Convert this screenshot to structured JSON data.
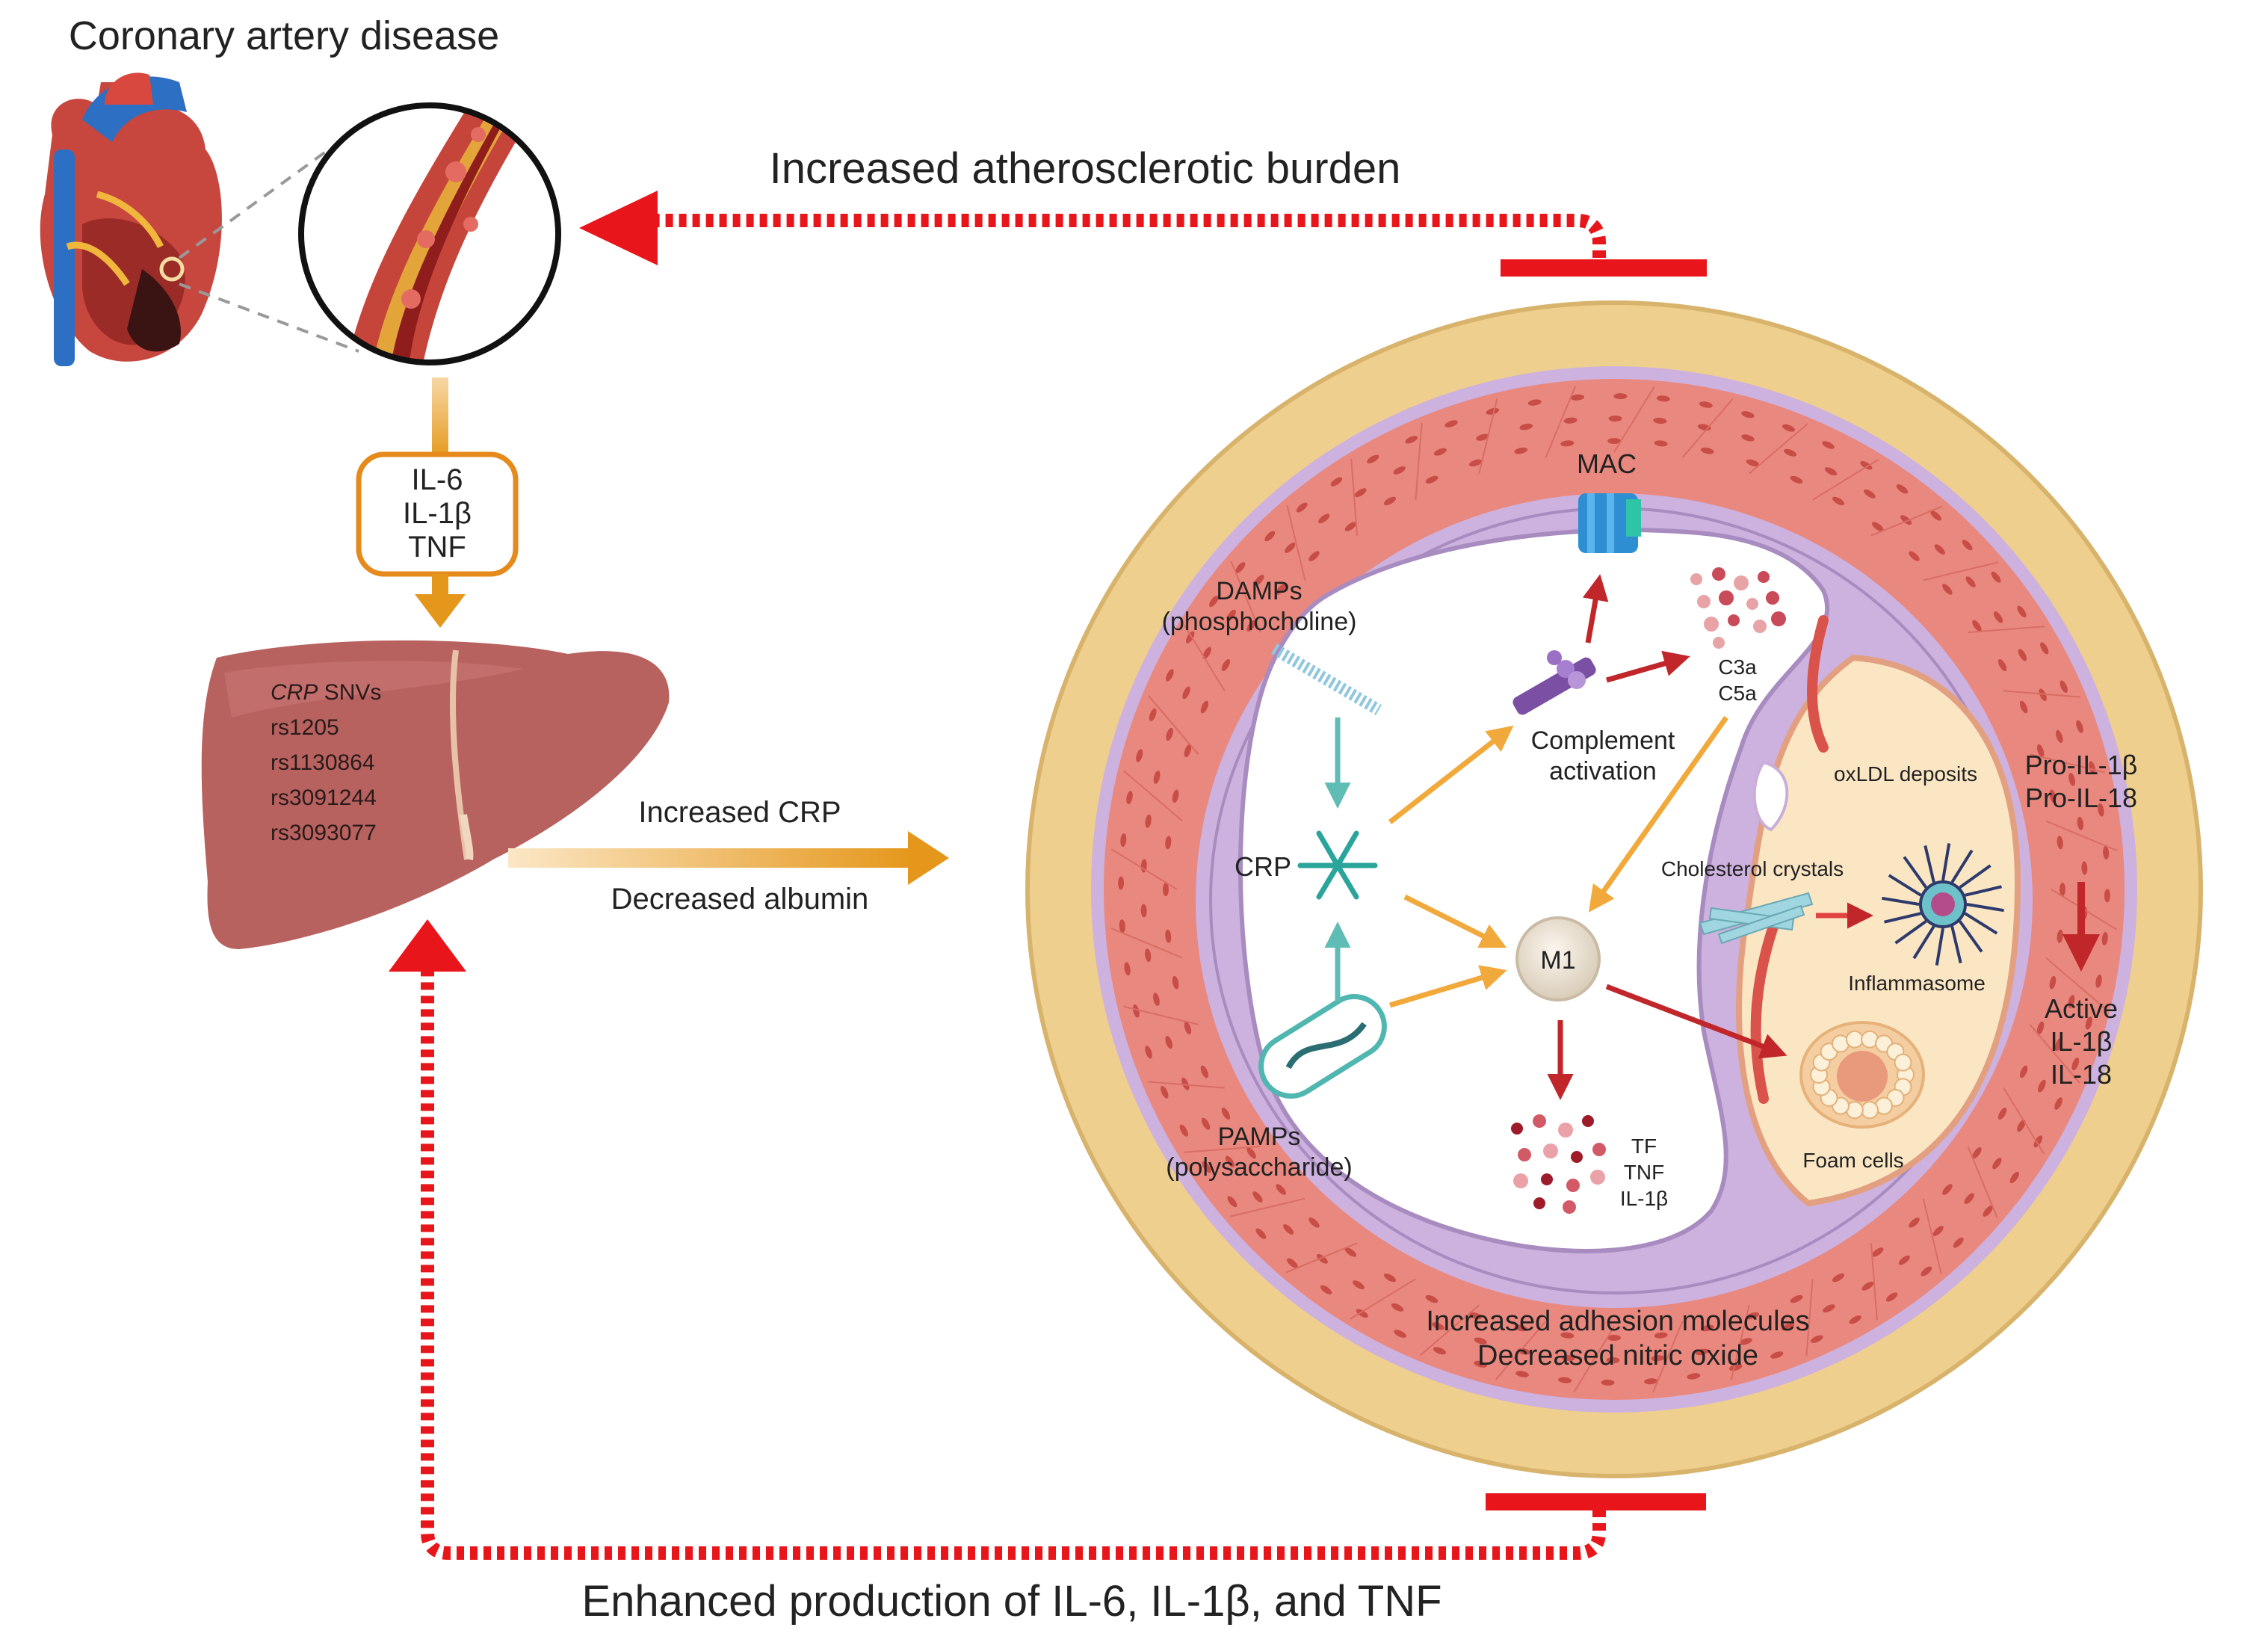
{
  "cad": {
    "title": "Coronary artery disease"
  },
  "top_arrow": {
    "label": "Increased atherosclerotic burden"
  },
  "bottom_arrow": {
    "label": "Enhanced production of IL-6, IL-1β, and TNF"
  },
  "cytokine_box": {
    "lines": [
      "IL-6",
      "IL-1β",
      "TNF"
    ]
  },
  "liver": {
    "snv_title_italic": "CRP",
    "snv_title_rest": " SNVs",
    "snvs": [
      "rs1205",
      "rs1130864",
      "rs3091244",
      "rs3093077"
    ]
  },
  "liver_output": {
    "top": "Increased CRP",
    "bottom": "Decreased albumin"
  },
  "vessel": {
    "mac": "MAC",
    "damps": [
      "DAMPs",
      "(phosphocholine)"
    ],
    "pamps": [
      "PAMPs",
      "(polysaccharide)"
    ],
    "crp": "CRP",
    "complement": [
      "Complement",
      "activation"
    ],
    "c_fragments": [
      "C3a",
      "C5a"
    ],
    "m1": "M1",
    "m1_products": [
      "TF",
      "TNF",
      "IL-1β"
    ],
    "oxldl": "oxLDL deposits",
    "crystals": "Cholesterol crystals",
    "inflammasome": "Inflammasome",
    "foam": "Foam cells",
    "pro": [
      "Pro-IL-1β",
      "Pro-IL-18"
    ],
    "active": [
      "Active",
      "IL-1β",
      "IL-18"
    ],
    "bottom": [
      "Increased adhesion molecules",
      "Decreased nitric oxide"
    ]
  },
  "colors": {
    "red": "#e8161b",
    "orange": "#e5971b",
    "teal": "#4fb6b0",
    "dark_red": "#c0262a",
    "adventitia": "#efcf8e",
    "media": "#e9887e",
    "intima": "#c9aed8",
    "plaque": "#fbe6c4"
  }
}
